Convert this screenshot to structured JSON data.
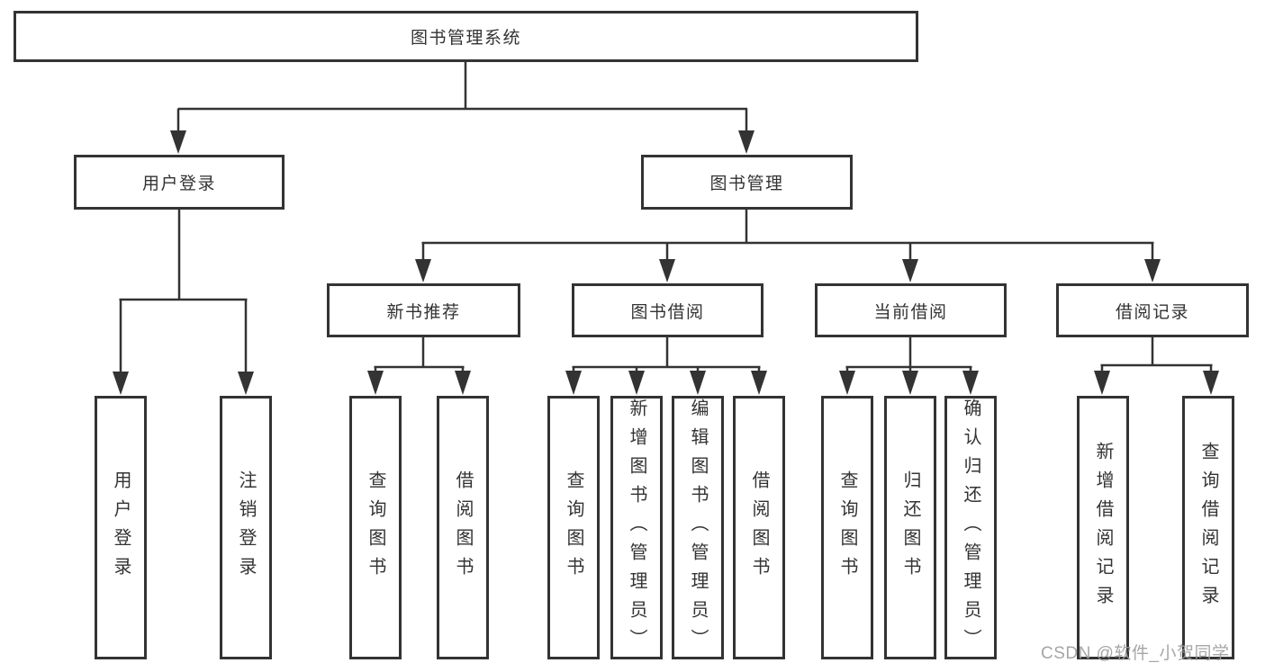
{
  "diagram": {
    "root": {
      "label": "图书管理系统"
    },
    "level2": [
      {
        "label": "用户登录"
      },
      {
        "label": "图书管理"
      }
    ],
    "level3": [
      {
        "label": "新书推荐"
      },
      {
        "label": "图书借阅"
      },
      {
        "label": "当前借阅"
      },
      {
        "label": "借阅记录"
      }
    ],
    "leaves": {
      "user_login": [
        {
          "label": "用户登录"
        },
        {
          "label": "注销登录"
        }
      ],
      "new_books": [
        {
          "label": "查询图书"
        },
        {
          "label": "借阅图书"
        }
      ],
      "book_borrow": [
        {
          "label": "查询图书"
        },
        {
          "label": "新增图书（管理员）"
        },
        {
          "label": "编辑图书（管理员）"
        },
        {
          "label": "借阅图书"
        }
      ],
      "current_borrow": [
        {
          "label": "查询图书"
        },
        {
          "label": "归还图书"
        },
        {
          "label": "确认归还（管理员）"
        }
      ],
      "borrow_records": [
        {
          "label": "新增借阅记录"
        },
        {
          "label": "查询借阅记录"
        }
      ]
    },
    "watermark": "CSDN @软件_小贺同学",
    "colors": {
      "line": "#333333",
      "box_border": "#333333",
      "text": "#333333",
      "watermark": "#9d9d9d",
      "background": "#ffffff"
    }
  }
}
